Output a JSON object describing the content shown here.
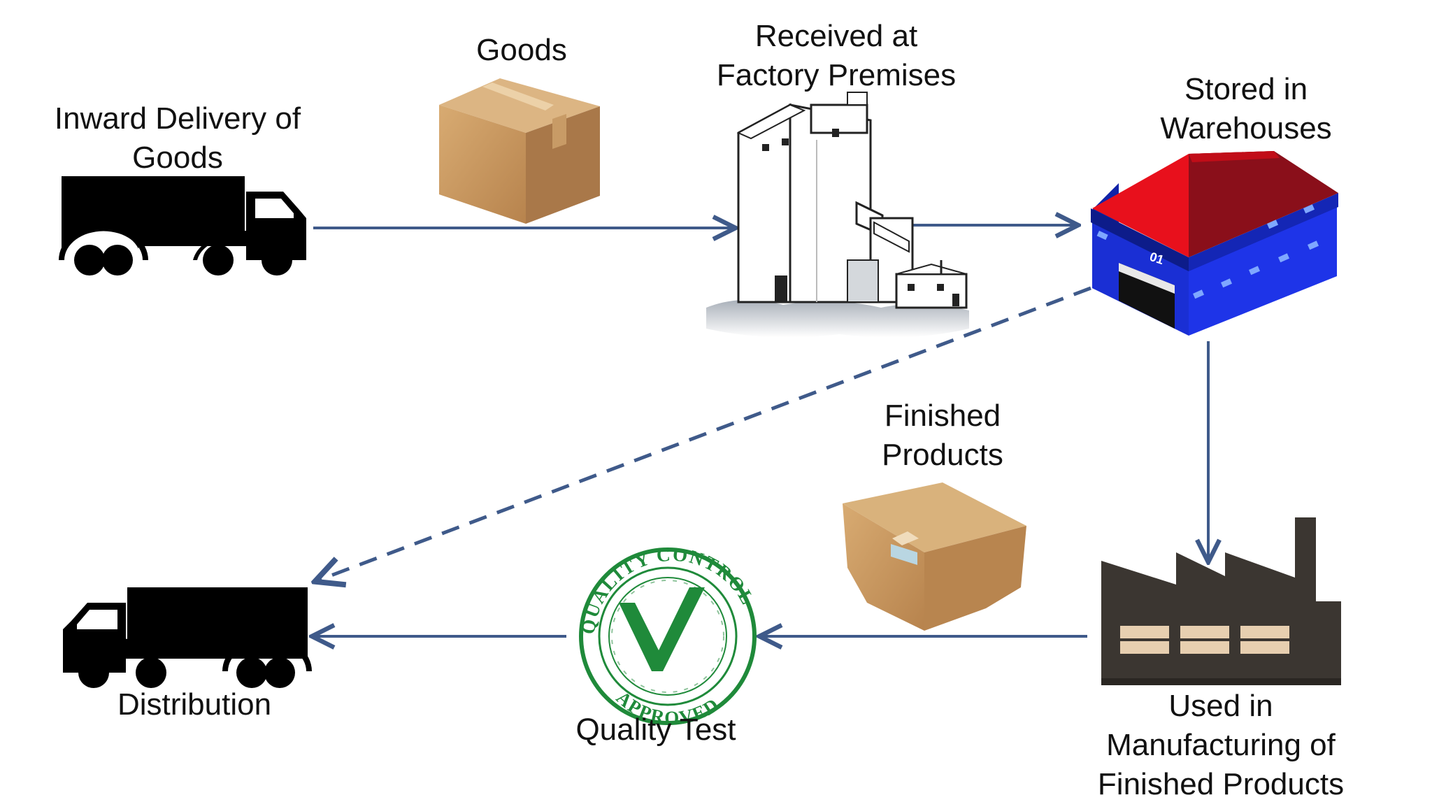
{
  "colors": {
    "background": "#ffffff",
    "arrow": "#3f5a8a",
    "text": "#111111",
    "truck": "#000000",
    "warehouse_roof": "#e8101c",
    "warehouse_roof_dark": "#8a0f1a",
    "warehouse_wall": "#1a2fd4",
    "cardboard": "#c99a63",
    "factory": "#3b3631",
    "stamp": "#1f8a3a"
  },
  "labels": {
    "inward_line1": "Inward Delivery of",
    "inward_line2": "Goods",
    "goods": "Goods",
    "received_line1": "Received at",
    "received_line2": "Factory Premises",
    "stored_line1": "Stored in",
    "stored_line2": "Warehouses",
    "finished_line1": "Finished",
    "finished_line2": "Products",
    "used_line1": "Used in",
    "used_line2": "Manufacturing of",
    "used_line3": "Finished Products",
    "quality_test": "Quality Test",
    "distribution": "Distribution"
  },
  "warehouse": {
    "number": "01"
  },
  "stamp": {
    "top_text": "QUALITY CONTROL",
    "bottom_text": "APPROVED"
  },
  "icons": {
    "inward_truck": "delivery-truck-icon",
    "goods_box": "cardboard-box-icon",
    "factory_building": "factory-premises-icon",
    "warehouse": "warehouse-icon",
    "manufacturing": "manufacturing-factory-icon",
    "finished_box": "finished-product-box-icon",
    "quality_stamp": "quality-approved-stamp-icon",
    "distribution_truck": "distribution-truck-icon"
  }
}
